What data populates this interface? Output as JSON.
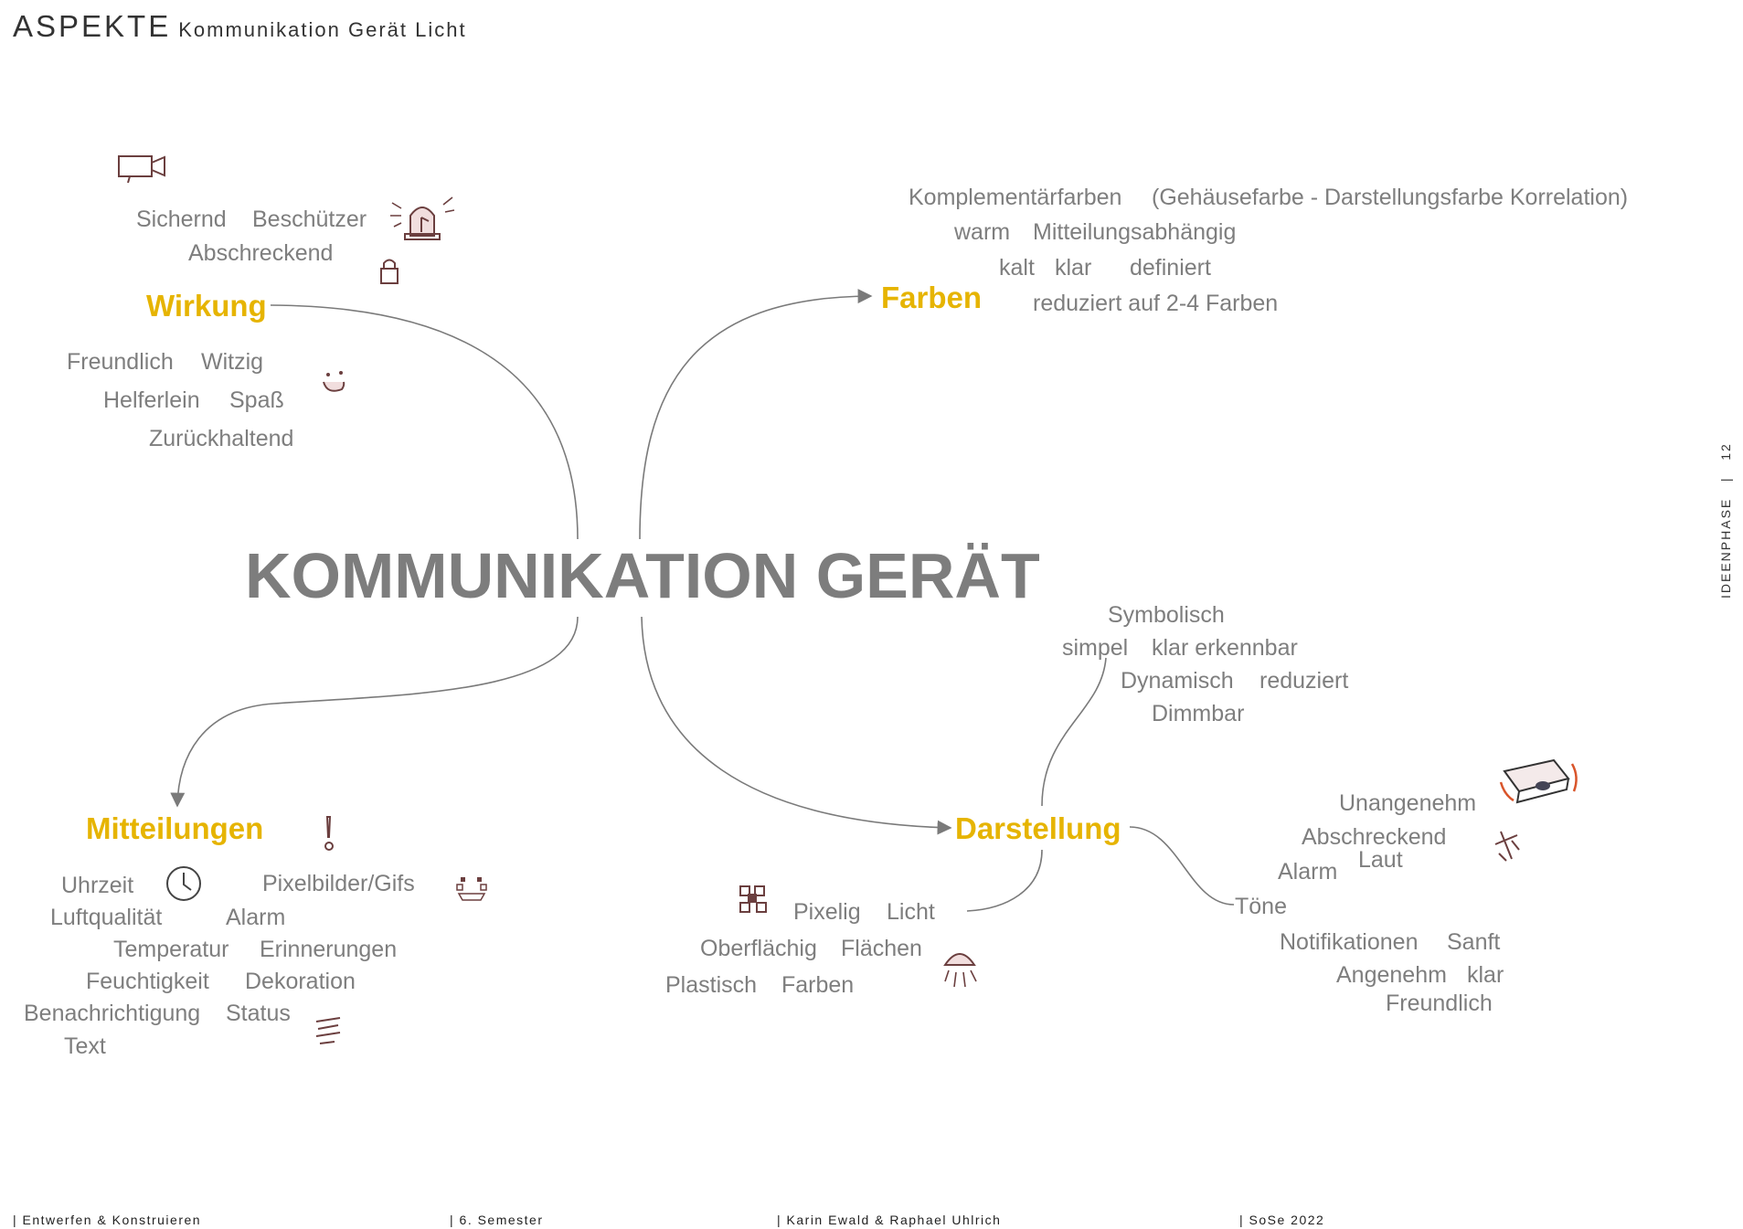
{
  "header": {
    "title": "ASPEKTE",
    "subtitle": "Kommunikation Gerät Licht"
  },
  "center": "KOMMUNIKATION GERÄT",
  "categories": {
    "wirkung": "Wirkung",
    "farben": "Farben",
    "mitteilungen": "Mitteilungen",
    "darstellung": "Darstellung"
  },
  "wirkung_words": {
    "sichernd": "Sichernd",
    "beschuetzer": "Beschützer",
    "abschreckend": "Abschreckend",
    "freundlich": "Freundlich",
    "witzig": "Witzig",
    "helferlein": "Helferlein",
    "spass": "Spaß",
    "zurueckhaltend": "Zurückhaltend"
  },
  "farben_words": {
    "komplementaer": "Komplementärfarben",
    "korrelation": "(Gehäusefarbe - Darstellungsfarbe Korrelation)",
    "warm": "warm",
    "mitteilungsabhaengig": "Mitteilungsabhängig",
    "kalt": "kalt",
    "klar": "klar",
    "definiert": "definiert",
    "reduziert": "reduziert auf 2-4 Farben"
  },
  "mitteilungen_words": {
    "uhrzeit": "Uhrzeit",
    "pixelbilder": "Pixelbilder/Gifs",
    "luftqualitaet": "Luftqualität",
    "alarm": "Alarm",
    "temperatur": "Temperatur",
    "erinnerungen": "Erinnerungen",
    "feuchtigkeit": "Feuchtigkeit",
    "dekoration": "Dekoration",
    "benachrichtigung": "Benachrichtigung",
    "status": "Status",
    "text": "Text"
  },
  "darstellung_words": {
    "symbolisch": "Symbolisch",
    "simpel": "simpel",
    "klar_erkennbar": "klar erkennbar",
    "dynamisch": "Dynamisch",
    "reduziert": "reduziert",
    "dimmbar": "Dimmbar",
    "pixelig": "Pixelig",
    "licht": "Licht",
    "oberflaechig": "Oberflächig",
    "flaechen": "Flächen",
    "plastisch": "Plastisch",
    "farben": "Farben"
  },
  "toene_words": {
    "toene": "Töne",
    "unangenehm": "Unangenehm",
    "abschreckend": "Abschreckend",
    "laut": "Laut",
    "alarm": "Alarm",
    "notifikationen": "Notifikationen",
    "sanft": "Sanft",
    "angenehm": "Angenehm",
    "klar": "klar",
    "freundlich": "Freundlich"
  },
  "side_label": {
    "phase": "IDEENPHASE",
    "page": "12"
  },
  "footer": {
    "course": "|  Entwerfen & Konstruieren",
    "semester": "|  6. Semester",
    "authors": "|  Karin Ewald & Raphael Uhlrich",
    "term": "|  SoSe 2022"
  },
  "colors": {
    "accent": "#e6b400",
    "text": "#7e7e7e",
    "line": "#7a7a7a",
    "sketch": "#8b5a5a"
  }
}
